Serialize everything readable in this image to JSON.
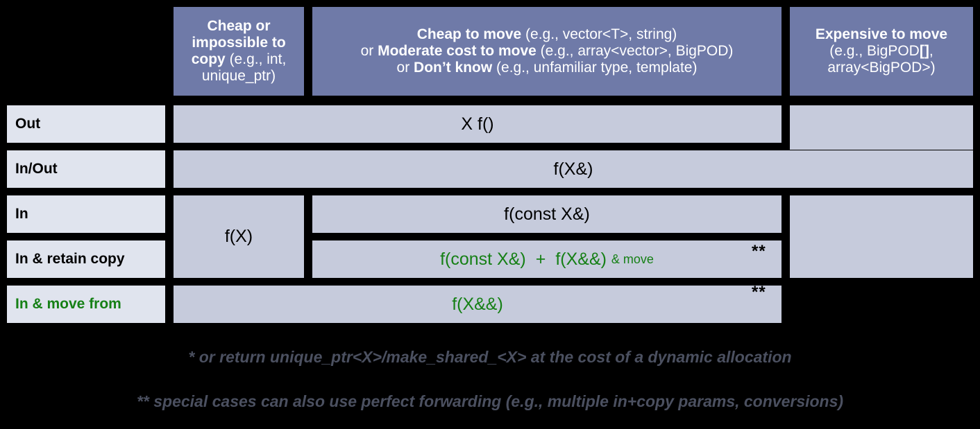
{
  "table": {
    "corner_label": "",
    "columns": [
      {
        "id": "cheap-or-impossible-to-copy",
        "bold_1": "Cheap or",
        "bold_2": "impossible to",
        "bold_3": "copy",
        "rest_3": " (e.g., int,",
        "line_4": "unique_ptr)"
      },
      {
        "id": "cheap-to-move",
        "line1_bold": "Cheap to move",
        "line1_rest": " (e.g., vector<T>, string)",
        "line2_pre": "or ",
        "line2_bold": "Moderate cost to move",
        "line2_rest": " (e.g., array<vector>, BigPOD)",
        "line3_pre": "or ",
        "line3_bold": "Don’t know",
        "line3_rest": " (e.g., unfamiliar type, template)"
      },
      {
        "id": "expensive-to-move",
        "line1_bold": "Expensive to move",
        "line2": "(e.g., BigPOD",
        "line2_bold": "[]",
        "line2_end": ",",
        "line3": "array<BigPOD>)"
      }
    ],
    "rows": [
      {
        "id": "out",
        "label": "Out",
        "label_green": false
      },
      {
        "id": "in-out",
        "label": "In/Out",
        "label_green": false
      },
      {
        "id": "in",
        "label": "In",
        "label_green": false
      },
      {
        "id": "in-retain-copy",
        "label": "In & retain copy",
        "label_green": false
      },
      {
        "id": "in-move-from",
        "label": "In & move from",
        "label_green": true
      }
    ],
    "cells": {
      "out_middle": "X f()",
      "out_right": "",
      "inout_all": "f(X&)",
      "in_left_span": "f(X)",
      "in_middle": "f(const X&)",
      "in_right": "",
      "retain_copy_a": "f(const X&)",
      "retain_copy_plus": "+",
      "retain_copy_b": "f(X&&)",
      "retain_copy_suffix": "& move",
      "retain_copy_right": "",
      "move_from_all": "f(X&&)"
    },
    "marks": {
      "double_star_retain": "**",
      "double_star_move": "**"
    }
  },
  "footnotes": {
    "one": "* or return unique_ptr<X>/make_shared_<X> at the cost of a dynamic allocation",
    "two": "** special cases can also use perfect forwarding (e.g., multiple in+copy params, conversions)"
  },
  "colors": {
    "header_blue": "#6f7aa8",
    "body_cell": "#c6cbdc",
    "row_label": "#e0e4ee",
    "accent_green": "#168016",
    "footnote_gray": "#4b5060",
    "background": "#000000"
  }
}
